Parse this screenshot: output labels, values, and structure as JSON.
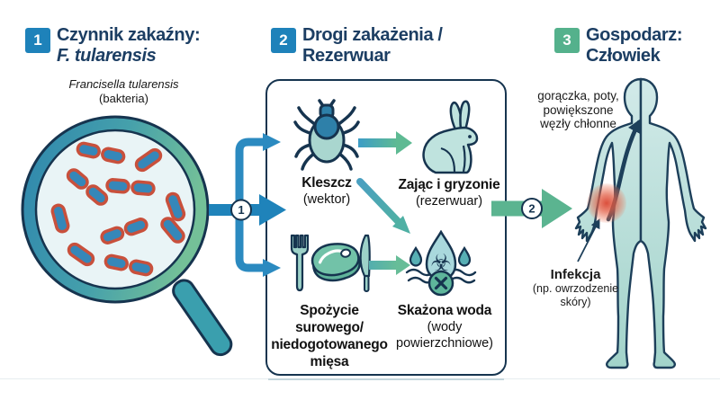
{
  "steps": [
    {
      "badge": "1",
      "title_line1": "Czynnik zakaźny:",
      "title_line2": "F. tularensis"
    },
    {
      "badge": "2",
      "title_line1": "Drogi zakażenia /",
      "title_line2": "Rezerwuar"
    },
    {
      "badge": "3",
      "title_line1": "Gospodarz:",
      "title_line2": "Człowiek"
    }
  ],
  "agent": {
    "caption_line1": "Francisella tularensis",
    "caption_line2": "(bakteria)"
  },
  "flow": {
    "arrow1_badge": "1",
    "arrow2_badge": "2"
  },
  "transmission": {
    "tick_label": "Kleszcz",
    "tick_sublabel": "(wektor)",
    "rabbit_label": "Zając i gryzonie",
    "rabbit_sublabel": "(rezerwuar)",
    "meat_label_line1": "Spożycie",
    "meat_label_line2": "surowego/",
    "meat_label_line3": "niedogotowanego",
    "meat_label_line4": "mięsa",
    "water_label": "Skażona woda",
    "water_sublabel_line1": "(wody",
    "water_sublabel_line2": "powierzchniowe)"
  },
  "host": {
    "symptoms_line1": "gorączka, poty,",
    "symptoms_line2": "powiększone",
    "symptoms_line3": "węzły chłonne",
    "infection_label": "Infekcja",
    "infection_sub_line1": "(np. owrzodzenie",
    "infection_sub_line2": "skóry)"
  },
  "icons": {
    "biohazard_glyph": "☣"
  },
  "colors": {
    "badge_blue": "#1e82ba",
    "badge_green": "#54b18c",
    "header_navy": "#1c3e63",
    "outline_navy": "#16344f",
    "arrow_blue": "#1f83ba",
    "arrow_green": "#5bb490",
    "infection_red": "#d94632",
    "body_teal": "#c6e4e2"
  }
}
